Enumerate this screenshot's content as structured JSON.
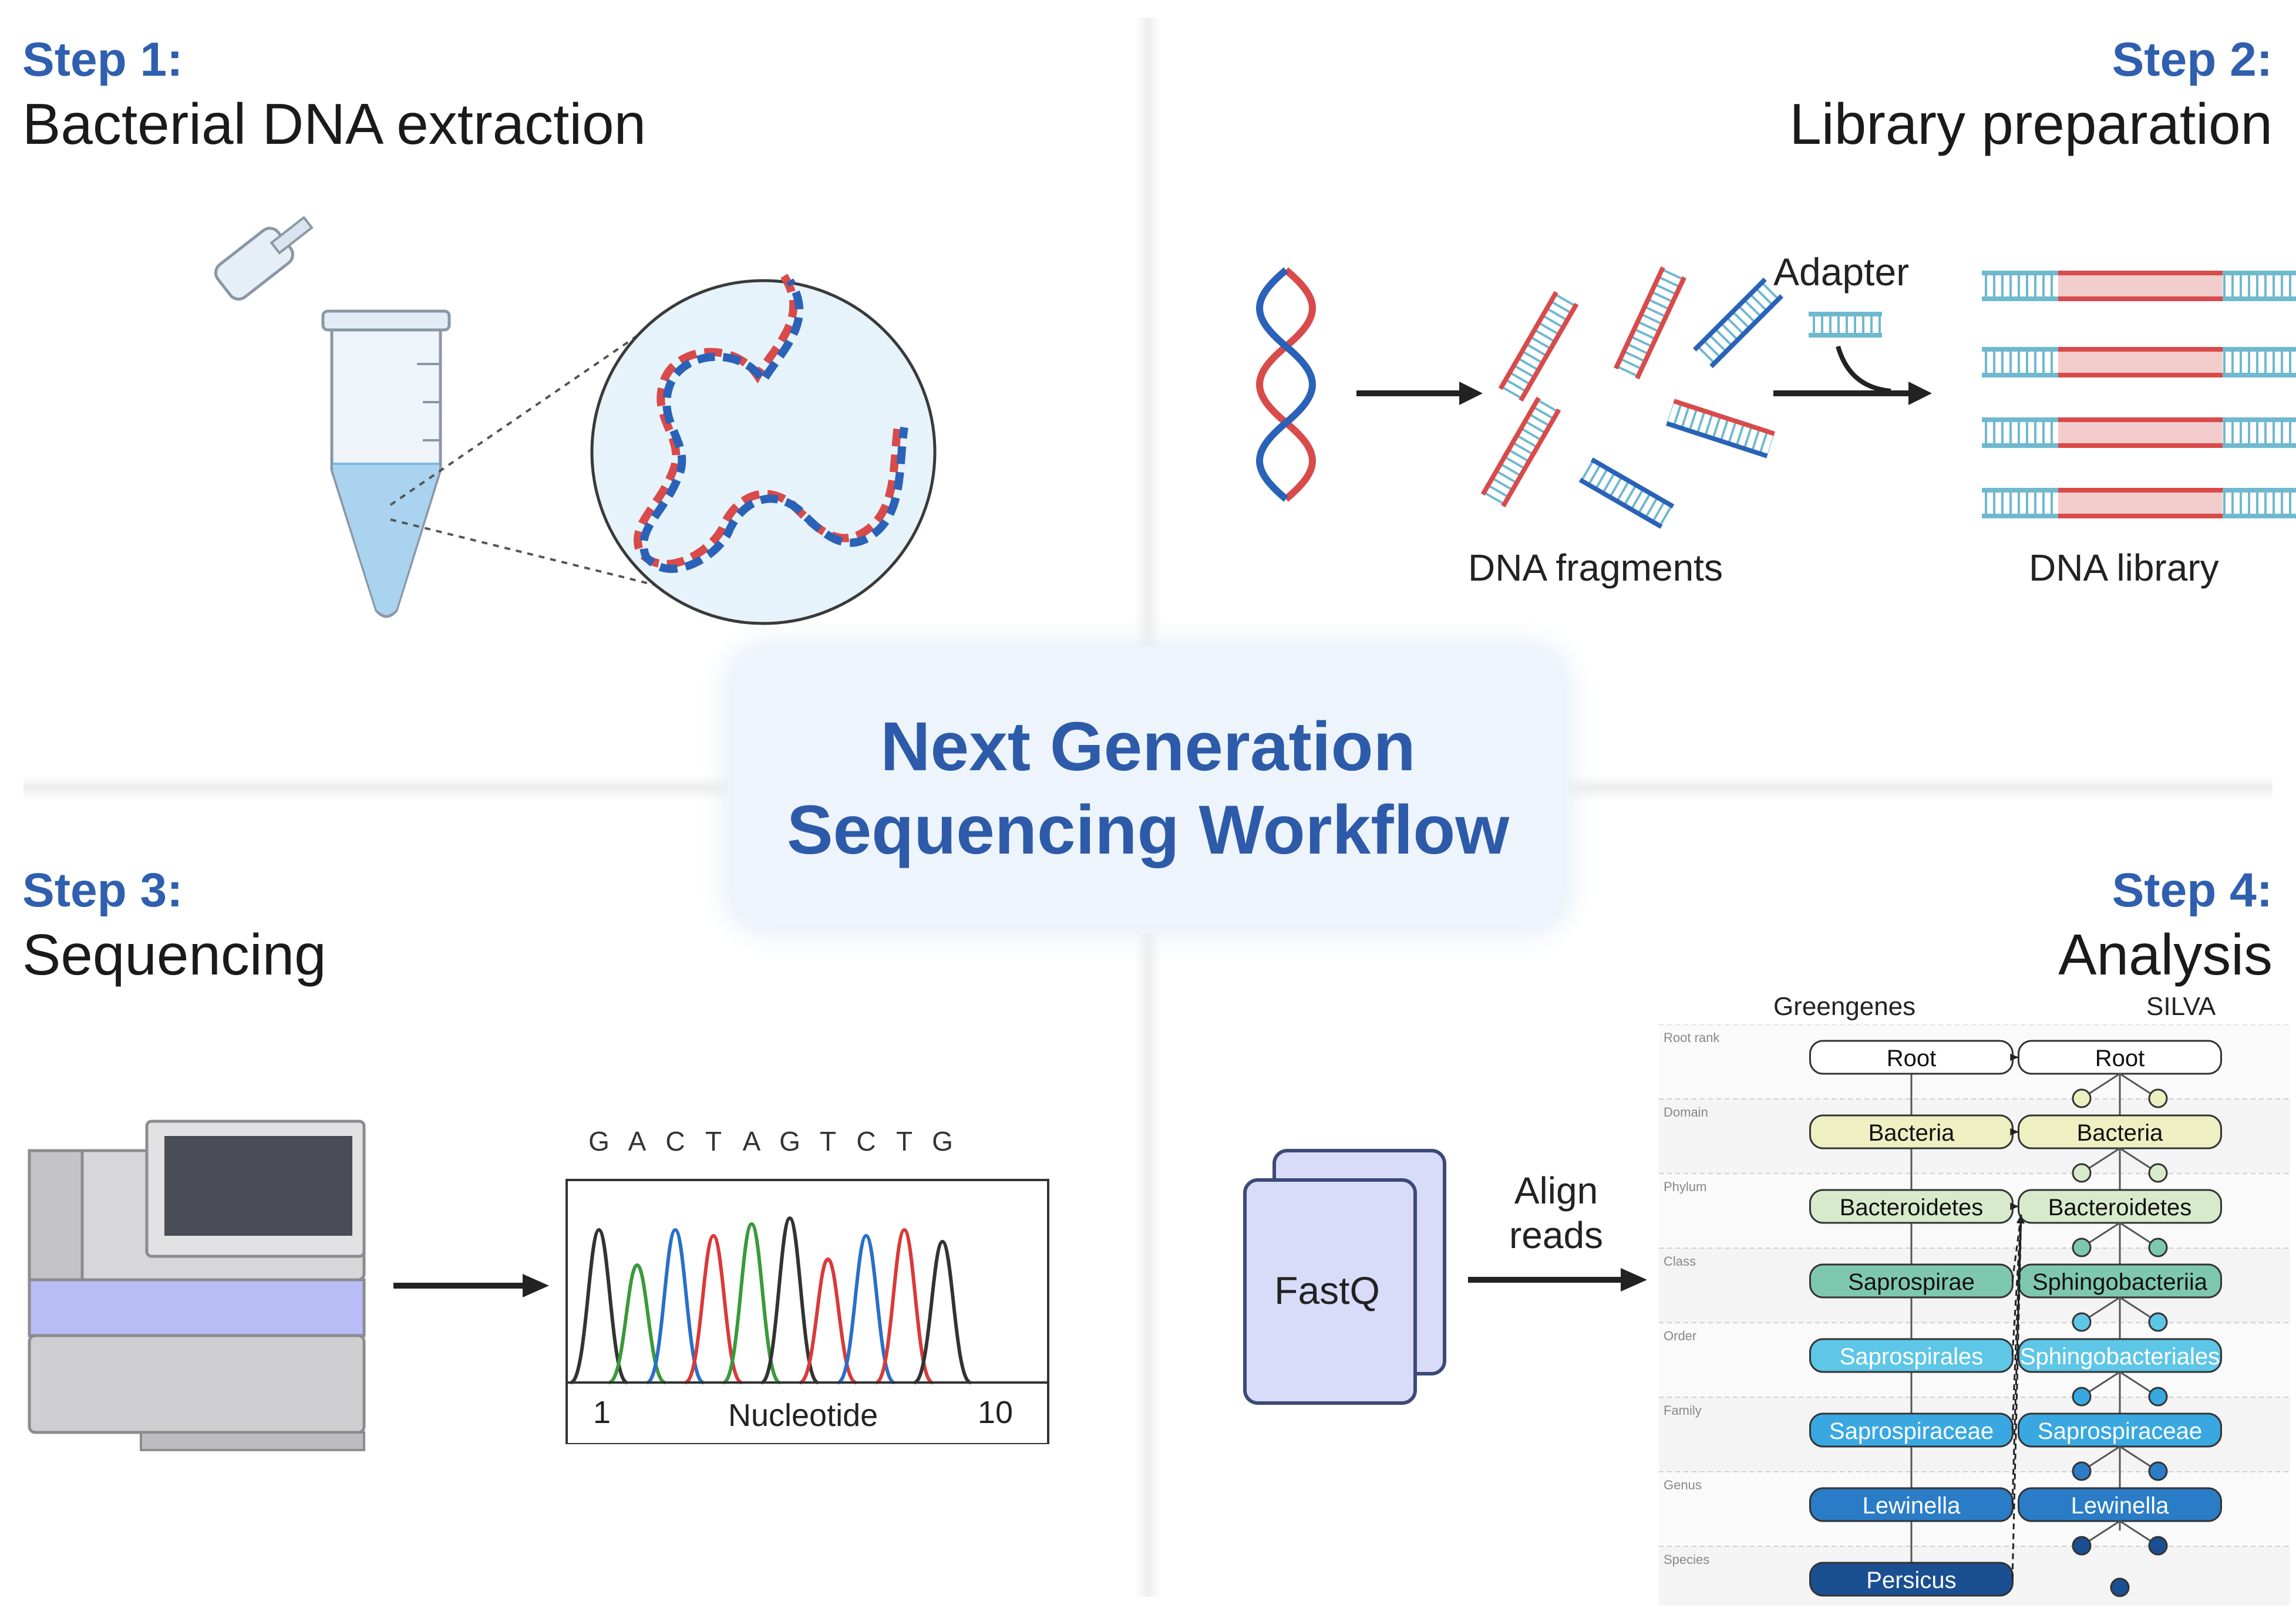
{
  "center_title": {
    "line1": "Next Generation",
    "line2": "Sequencing Workflow"
  },
  "steps": [
    {
      "label": "Step 1:",
      "title": "Bacterial DNA extraction"
    },
    {
      "label": "Step 2:",
      "title": "Library preparation"
    },
    {
      "label": "Step 3:",
      "title": "Sequencing"
    },
    {
      "label": "Step 4:",
      "title": "Analysis"
    }
  ],
  "library": {
    "adapter_label": "Adapter",
    "fragments_label": "DNA fragments",
    "library_label": "DNA library"
  },
  "sequencing": {
    "bases": [
      "G",
      "A",
      "C",
      "T",
      "A",
      "G",
      "T",
      "C",
      "T",
      "G"
    ],
    "axis_start": "1",
    "axis_end": "10",
    "axis_label": "Nucleotide",
    "base_colors": {
      "G": "#333333",
      "A": "#3a9a3a",
      "C": "#2a6fc9",
      "T": "#d93a3a"
    }
  },
  "analysis": {
    "fastq_label": "FastQ",
    "align_label_line1": "Align",
    "align_label_line2": "reads",
    "db_left": "Greengenes",
    "db_right": "SILVA",
    "ranks": [
      "Root rank",
      "Domain",
      "Phylum",
      "Class",
      "Order",
      "Family",
      "Genus",
      "Species"
    ],
    "left_taxa": [
      "Root",
      "Bacteria",
      "Bacteroidetes",
      "Saprospirae",
      "Saprospirales",
      "Saprospiraceae",
      "Lewinella",
      "Persicus"
    ],
    "right_taxa": [
      "Root",
      "Bacteria",
      "Bacteroidetes",
      "Sphingobacteriia",
      "Sphingobacteriales",
      "Saprospiraceae",
      "Lewinella"
    ],
    "rank_colors": [
      "#ffffff",
      "#eef0c2",
      "#d7ebcc",
      "#7fc8b0",
      "#5ec6e6",
      "#39a8e0",
      "#2a7cc6",
      "#1a4f92"
    ]
  },
  "colors": {
    "accent": "#2f5fae",
    "dna_red": "#d94a4a",
    "dna_blue": "#2a62b8"
  }
}
